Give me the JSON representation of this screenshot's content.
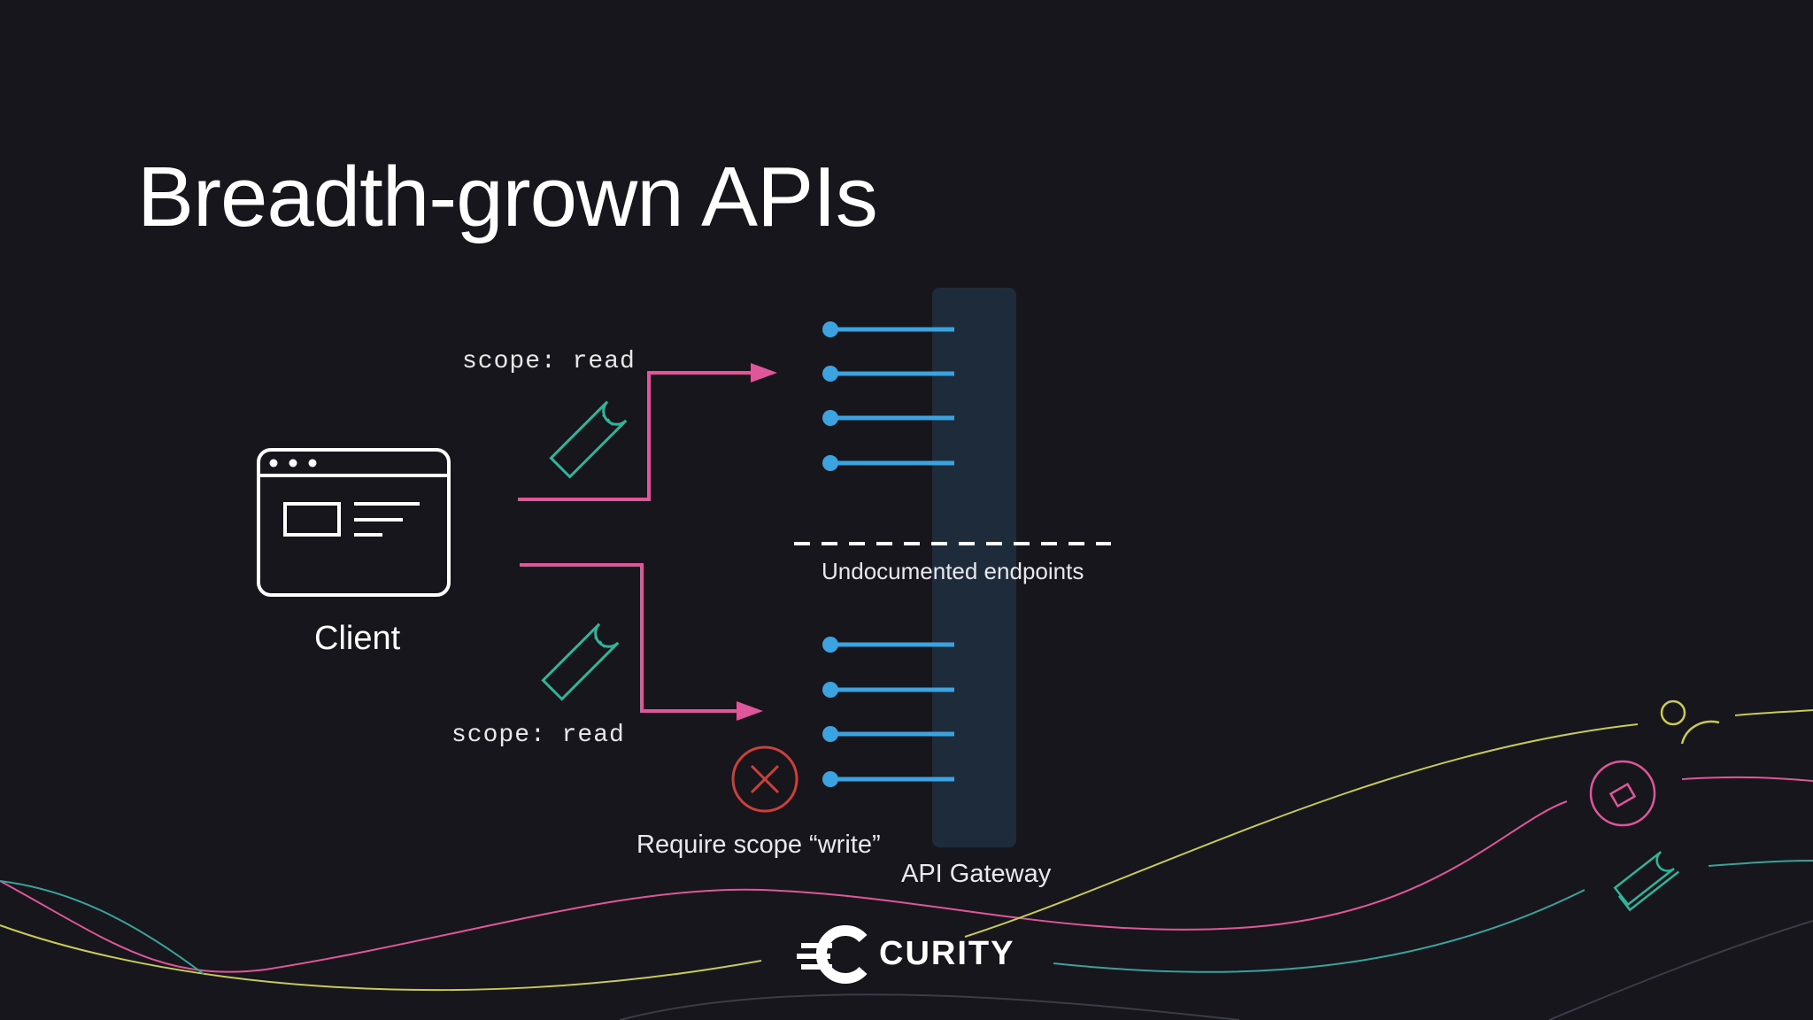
{
  "slide": {
    "title": "Breadth-grown APIs"
  },
  "client": {
    "label": "Client",
    "icon": "browser-window-icon"
  },
  "requests": [
    {
      "scope_label": "scope: read",
      "token_icon": "ticket-icon"
    },
    {
      "scope_label": "scope: read",
      "token_icon": "ticket-icon"
    }
  ],
  "gateway": {
    "label": "API Gateway",
    "documented_endpoints": 4,
    "undocumented_endpoints": 4,
    "divider_label": "Undocumented endpoints"
  },
  "denial": {
    "icon": "x-circle-icon",
    "label": "Require scope “write”"
  },
  "brand": {
    "name": "CURITY",
    "icon": "curity-logo-icon"
  },
  "colors": {
    "background": "#16161c",
    "arrow": "#e0569a",
    "endpoint": "#3aa3e0",
    "gateway_bar": "#1e2b3a",
    "token": "#2fb59a",
    "error": "#c9403c"
  }
}
